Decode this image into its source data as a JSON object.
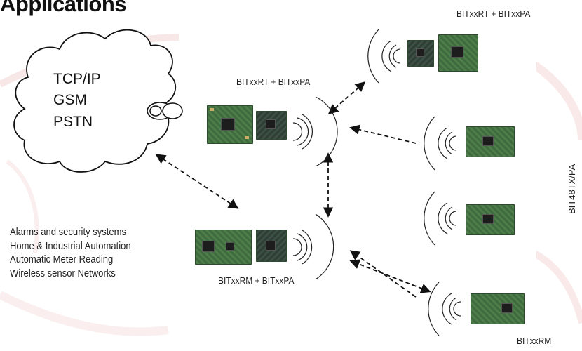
{
  "title": "Applications",
  "cloud": {
    "lines": [
      "TCP/IP",
      "GSM",
      "PSTN"
    ]
  },
  "labels": {
    "top_right": "BITxxRT + BITxxPA",
    "center_top": "BITxxRT + BITxxPA",
    "center_bottom": "BITxxRM + BITxxPA",
    "bottom_right": "BITxxRM",
    "vertical_right": "BIT48TX/PA"
  },
  "applications": [
    "Alarms and security systems",
    "Home & Industrial Automation",
    "Automatic Meter  Reading",
    "Wireless sensor Networks"
  ],
  "colors": {
    "accent_swirl": "#e05a5a",
    "pcb_green": "#4e7e4a",
    "line": "#111111"
  }
}
